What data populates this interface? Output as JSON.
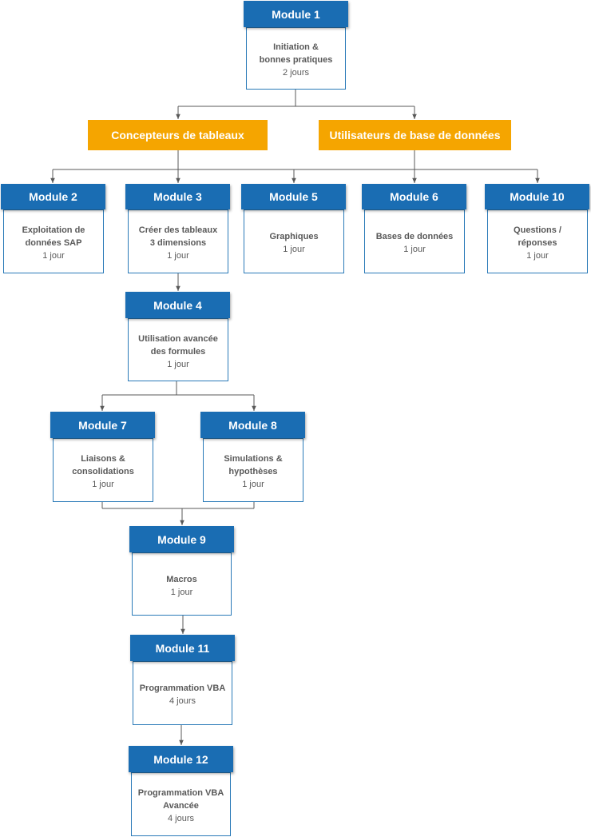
{
  "groups": {
    "concepteurs": "Concepteurs de tableaux",
    "utilisateurs": "Utilisateurs de base de données"
  },
  "modules": {
    "m1": {
      "header": "Module 1",
      "title": "Initiation &\nbonnes pratiques",
      "duration": "2 jours"
    },
    "m2": {
      "header": "Module 2",
      "title": "Exploitation de\ndonnées SAP",
      "duration": "1 jour"
    },
    "m3": {
      "header": "Module 3",
      "title": "Créer des tableaux\n3 dimensions",
      "duration": "1 jour"
    },
    "m5": {
      "header": "Module 5",
      "title": "Graphiques",
      "duration": "1 jour"
    },
    "m6": {
      "header": "Module 6",
      "title": "Bases de données",
      "duration": "1 jour"
    },
    "m10": {
      "header": "Module 10",
      "title": "Questions /\nréponses",
      "duration": "1 jour"
    },
    "m4": {
      "header": "Module 4",
      "title": "Utilisation avancée\ndes formules",
      "duration": "1 jour"
    },
    "m7": {
      "header": "Module 7",
      "title": "Liaisons &\nconsolidations",
      "duration": "1 jour"
    },
    "m8": {
      "header": "Module 8",
      "title": "Simulations &\nhypothèses",
      "duration": "1 jour"
    },
    "m9": {
      "header": "Module 9",
      "title": "Macros",
      "duration": "1 jour"
    },
    "m11": {
      "header": "Module 11",
      "title": "Programmation VBA",
      "duration": "4 jours"
    },
    "m12": {
      "header": "Module 12",
      "title": "Programmation VBA\nAvancée",
      "duration": "4 jours"
    }
  },
  "colors": {
    "module_header": "#1a6db3",
    "module_border": "#2a7ab8",
    "group": "#f5a500",
    "connector": "#595959",
    "body_text": "#595959"
  }
}
